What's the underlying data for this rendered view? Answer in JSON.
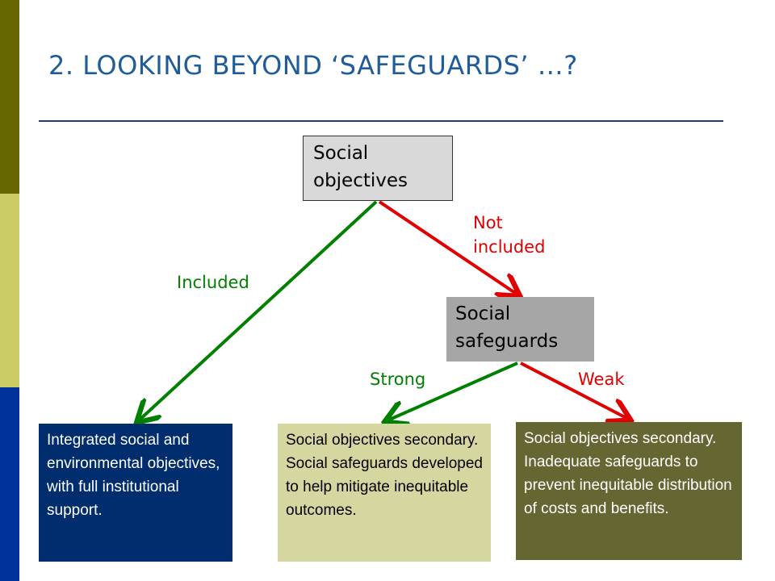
{
  "slide": {
    "title": "2. LOOKING BEYOND ‘SAFEGUARDS’ …?"
  },
  "nodes": {
    "objectives": [
      "Social",
      "objectives"
    ],
    "safeguards": [
      "Social",
      "safeguards"
    ]
  },
  "edges": {
    "included": "Included",
    "not_included": [
      "Not",
      "included"
    ],
    "strong": "Strong",
    "weak": "Weak"
  },
  "outcomes": {
    "integrated": "Integrated social and environmental objectives, with  full institutional support.",
    "strong": "Social objectives secondary. Social safeguards developed to help mitigate inequitable outcomes.",
    "weak": "Social objectives secondary. Inadequate safeguards  to prevent inequitable distribution of costs and benefits."
  },
  "colors": {
    "green_arrow": "#008000",
    "red_arrow": "#e00000",
    "title": "#1f5c99"
  }
}
